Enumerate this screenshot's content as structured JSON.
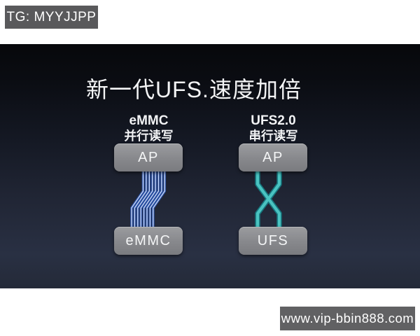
{
  "watermark_top": {
    "text": "TG: MYYJJPP"
  },
  "watermark_bottom": {
    "text": "www.vip-bbin888.com"
  },
  "slide": {
    "title": "新一代UFS.速度加倍",
    "columns": [
      {
        "heading": "eMMC",
        "subheading": "并行读写",
        "top_chip": "AP",
        "bottom_chip": "eMMC",
        "bus_type": "parallel",
        "bus_line_count": 8
      },
      {
        "heading": "UFS2.0",
        "subheading": "串行读写",
        "top_chip": "AP",
        "bottom_chip": "UFS",
        "bus_type": "serial-crossed",
        "bus_line_count": 2
      }
    ]
  },
  "colors": {
    "emmc_bus_outer": "#2a52a8",
    "emmc_bus_core": "#ccd9f4",
    "ufs_bus_outer": "#17767e",
    "ufs_bus_core": "#4ac3c1",
    "chip_fill": "#87888c",
    "panel_top": "#07080b",
    "panel_bottom": "#293043",
    "watermark_bg": "#59595b"
  }
}
